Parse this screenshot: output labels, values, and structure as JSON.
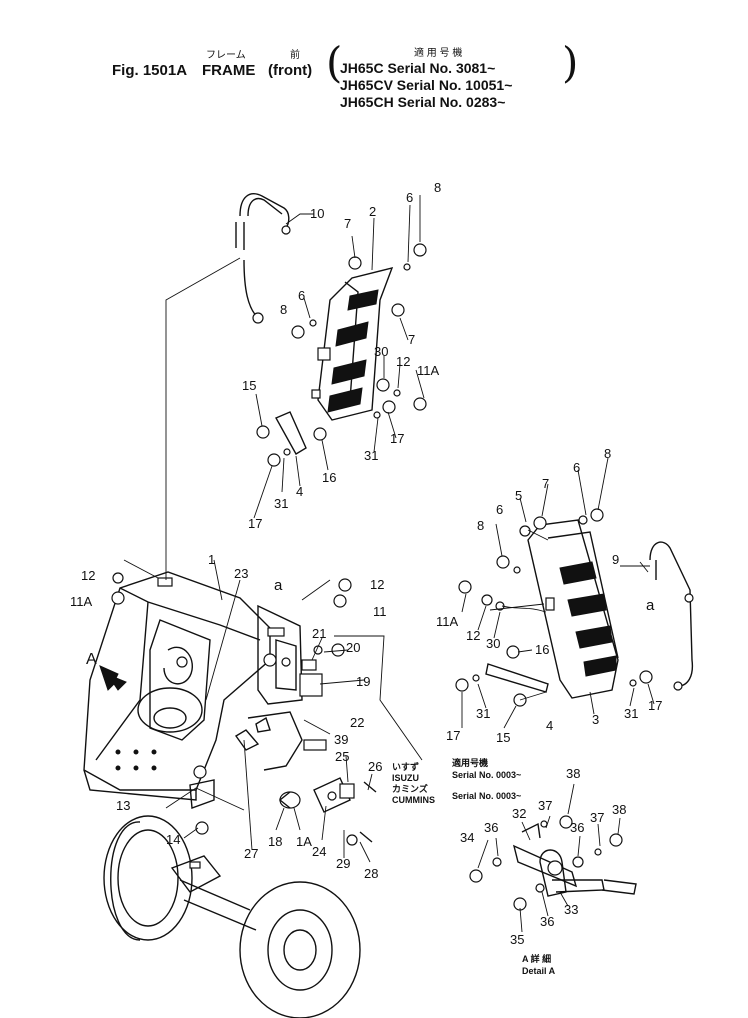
{
  "header": {
    "fig_number": "Fig. 1501A",
    "title_jp": "フレーム",
    "title_en": "FRAME",
    "sub_jp": "前",
    "sub_en": "(front)",
    "applicable_jp": "適 用 号 機",
    "serials": [
      "JH65C    Serial No. 3081~",
      "JH65CV  Serial No. 10051~",
      "JH65CH  Serial No. 0283~"
    ]
  },
  "callouts": [
    {
      "label": "1"
    },
    {
      "label": "2"
    },
    {
      "label": "3"
    },
    {
      "label": "4"
    },
    {
      "label": "4"
    },
    {
      "label": "5"
    },
    {
      "label": "6"
    },
    {
      "label": "6"
    },
    {
      "label": "6"
    },
    {
      "label": "6"
    },
    {
      "label": "7"
    },
    {
      "label": "7"
    },
    {
      "label": "7"
    },
    {
      "label": "8"
    },
    {
      "label": "8"
    },
    {
      "label": "8"
    },
    {
      "label": "8"
    },
    {
      "label": "9"
    },
    {
      "label": "10"
    },
    {
      "label": "11"
    },
    {
      "label": "11A"
    },
    {
      "label": "11A"
    },
    {
      "label": "11A"
    },
    {
      "label": "12"
    },
    {
      "label": "12"
    },
    {
      "label": "12"
    },
    {
      "label": "12"
    },
    {
      "label": "13"
    },
    {
      "label": "14"
    },
    {
      "label": "15"
    },
    {
      "label": "15"
    },
    {
      "label": "16"
    },
    {
      "label": "16"
    },
    {
      "label": "17"
    },
    {
      "label": "17"
    },
    {
      "label": "17"
    },
    {
      "label": "17"
    },
    {
      "label": "18"
    },
    {
      "label": "1A"
    },
    {
      "label": "19"
    },
    {
      "label": "20"
    },
    {
      "label": "21"
    },
    {
      "label": "22"
    },
    {
      "label": "23"
    },
    {
      "label": "24"
    },
    {
      "label": "25"
    },
    {
      "label": "26"
    },
    {
      "label": "27"
    },
    {
      "label": "28"
    },
    {
      "label": "29"
    },
    {
      "label": "30"
    },
    {
      "label": "30"
    },
    {
      "label": "31"
    },
    {
      "label": "31"
    },
    {
      "label": "31"
    },
    {
      "label": "31"
    },
    {
      "label": "32"
    },
    {
      "label": "33"
    },
    {
      "label": "34"
    },
    {
      "label": "35"
    },
    {
      "label": "36"
    },
    {
      "label": "36"
    },
    {
      "label": "36"
    },
    {
      "label": "37"
    },
    {
      "label": "37"
    },
    {
      "label": "38"
    },
    {
      "label": "38"
    },
    {
      "label": "39"
    },
    {
      "label": "a"
    },
    {
      "label": "a"
    },
    {
      "label": "A"
    }
  ],
  "notes": {
    "isuzu_jp": "いすず",
    "isuzu": "ISUZU",
    "cummins_jp": "カミンズ",
    "cummins": "CUMMINS",
    "applicable_jp": "適用号機",
    "serial_1": "Serial No. 0003~",
    "serial_2": "Serial No. 0003~",
    "detail_jp": "A 詳 細",
    "detail": "Detail A"
  }
}
